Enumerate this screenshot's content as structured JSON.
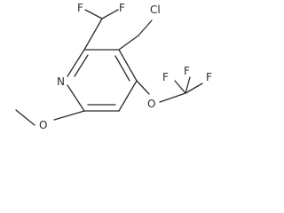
{
  "molecule": {
    "atoms": {
      "n_ring": "N",
      "f_chf2_left": "F",
      "f_chf2_right": "F",
      "cl": "Cl",
      "o_methoxy": "O",
      "o_ocf3": "O",
      "f_cf3_left": "F",
      "f_cf3_top": "F",
      "f_cf3_right": "F"
    }
  }
}
